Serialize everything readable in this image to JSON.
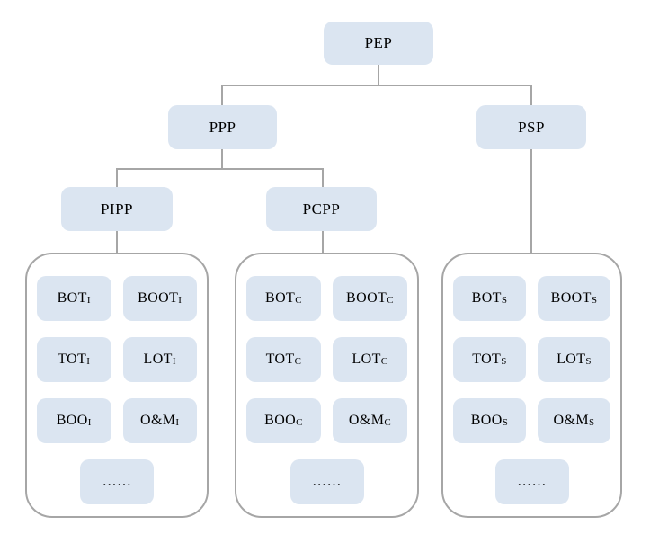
{
  "nodes": {
    "pep": "PEP",
    "ppp": "PPP",
    "psp": "PSP",
    "pipp": "PIPP",
    "pcpp": "PCPP"
  },
  "containers": [
    {
      "parent": "PIPP",
      "cells": [
        {
          "main": "BOT",
          "sub": "I"
        },
        {
          "main": "BOOT",
          "sub": "I"
        },
        {
          "main": "TOT",
          "sub": "I"
        },
        {
          "main": "LOT",
          "sub": "I"
        },
        {
          "main": "BOO",
          "sub": "I"
        },
        {
          "main": "O&M",
          "sub": "I"
        },
        {
          "main": "……",
          "sub": ""
        }
      ]
    },
    {
      "parent": "PCPP",
      "cells": [
        {
          "main": "BOT",
          "sub": "C"
        },
        {
          "main": "BOOT",
          "sub": "C"
        },
        {
          "main": "TOT",
          "sub": "C"
        },
        {
          "main": "LOT",
          "sub": "C"
        },
        {
          "main": "BOO",
          "sub": "C"
        },
        {
          "main": "O&M",
          "sub": "C"
        },
        {
          "main": "……",
          "sub": ""
        }
      ]
    },
    {
      "parent": "PSP",
      "cells": [
        {
          "main": "BOT",
          "sub": "S"
        },
        {
          "main": "BOOT",
          "sub": "S"
        },
        {
          "main": "TOT",
          "sub": "S"
        },
        {
          "main": "LOT",
          "sub": "S"
        },
        {
          "main": "BOO",
          "sub": "S"
        },
        {
          "main": "O&M",
          "sub": "S"
        },
        {
          "main": "……",
          "sub": ""
        }
      ]
    }
  ],
  "colors": {
    "node_fill": "#dbe5f1",
    "line": "#a6a6a6",
    "text": "#000000",
    "background": "#ffffff"
  }
}
